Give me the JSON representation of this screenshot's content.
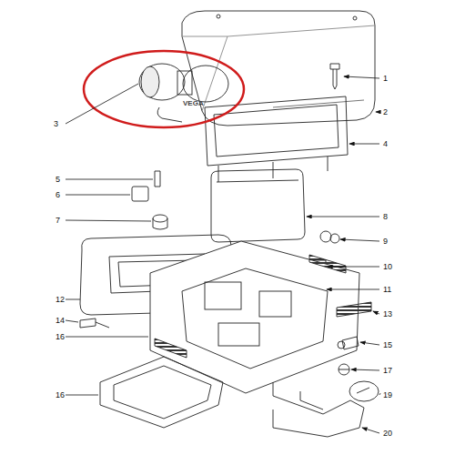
{
  "diagram": {
    "labels": [
      "1",
      "2",
      "3",
      "4",
      "5",
      "6",
      "7",
      "8",
      "9",
      "10",
      "11",
      "12",
      "13",
      "14",
      "15",
      "16",
      "17",
      "16",
      "19",
      "20",
      "VEGA"
    ]
  }
}
